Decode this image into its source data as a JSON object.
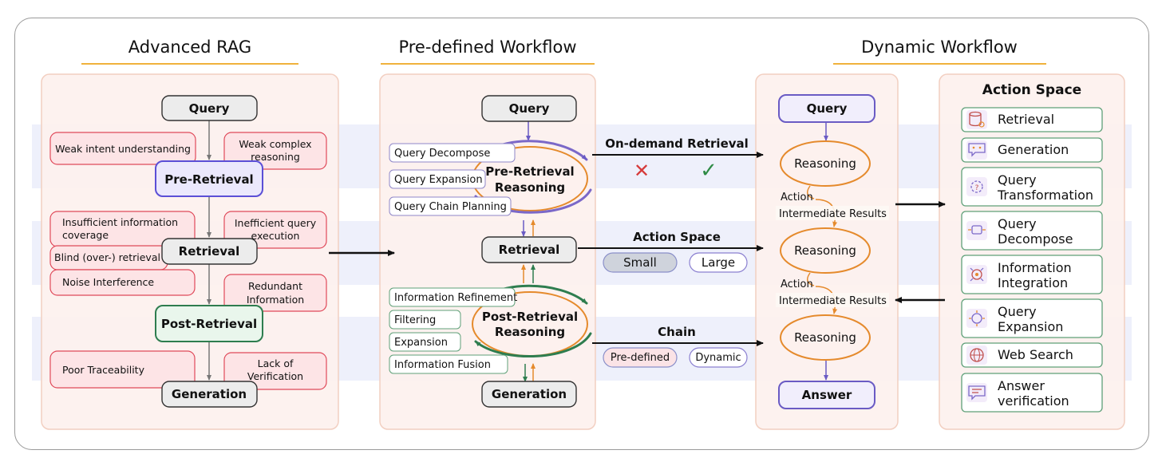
{
  "sections": {
    "advanced_rag": "Advanced RAG",
    "predefined": "Pre-defined Workflow",
    "dynamic": "Dynamic Workflow"
  },
  "adv": {
    "query": "Query",
    "pre_retrieval": "Pre-Retrieval",
    "retrieval": "Retrieval",
    "post_retrieval": "Post-Retrieval",
    "generation": "Generation",
    "issues": {
      "weak_intent": "Weak intent understanding",
      "weak_complex_1": "Weak complex",
      "weak_complex_2": "reasoning",
      "insufficient_1": "Insufficient information",
      "insufficient_2": "coverage",
      "inefficient_1": "Inefficient query",
      "inefficient_2": "execution",
      "blind": "Blind (over-) retrieval",
      "noise": "Noise Interference",
      "redundant_1": "Redundant",
      "redundant_2": "Information",
      "poor_trace": "Poor Traceability",
      "lack_1": "Lack of",
      "lack_2": "Verification"
    }
  },
  "pre": {
    "query": "Query",
    "pre_reasoning_1": "Pre-Retrieval",
    "pre_reasoning_2": "Reasoning",
    "retrieval": "Retrieval",
    "post_reasoning_1": "Post-Retrieval",
    "post_reasoning_2": "Reasoning",
    "generation": "Generation",
    "pre_tags": [
      "Query Decompose",
      "Query Expansion",
      "Query Chain Planning"
    ],
    "post_tags": [
      "Information Refinement",
      "Filtering",
      "Expansion",
      "Information Fusion"
    ]
  },
  "comparison": {
    "on_demand": "On-demand Retrieval",
    "cross_mark": "✕",
    "check_mark": "✓",
    "action_space": "Action Space",
    "small": "Small",
    "large": "Large",
    "chain": "Chain",
    "predefined": "Pre-defined",
    "dynamic": "Dynamic"
  },
  "dyn": {
    "query": "Query",
    "reasoning": "Reasoning",
    "action": "Action",
    "intermediate": "Intermediate Results",
    "answer": "Answer"
  },
  "action_space": {
    "title": "Action Space",
    "items": [
      {
        "lines": [
          "Retrieval"
        ],
        "icon": "database-icon"
      },
      {
        "lines": [
          "Generation"
        ],
        "icon": "chat-bot-icon"
      },
      {
        "lines": [
          "Query",
          "Transformation"
        ],
        "icon": "transform-icon"
      },
      {
        "lines": [
          "Query",
          "Decompose"
        ],
        "icon": "decompose-icon"
      },
      {
        "lines": [
          "Information",
          "Integration"
        ],
        "icon": "integration-icon"
      },
      {
        "lines": [
          "Query",
          "Expansion"
        ],
        "icon": "expansion-icon"
      },
      {
        "lines": [
          "Web Search"
        ],
        "icon": "globe-icon"
      },
      {
        "lines": [
          "Answer",
          "verification"
        ],
        "icon": "verify-icon"
      }
    ]
  },
  "colors": {
    "panel_fill": "#fdf1ee",
    "issue_fill": "#fde4e6",
    "issue_stroke": "#e04a5a",
    "band": "#eef0fb",
    "underline": "#f0b23c",
    "purple": "#7b68c8",
    "green": "#2e7d4f",
    "orange": "#e58a2c"
  }
}
